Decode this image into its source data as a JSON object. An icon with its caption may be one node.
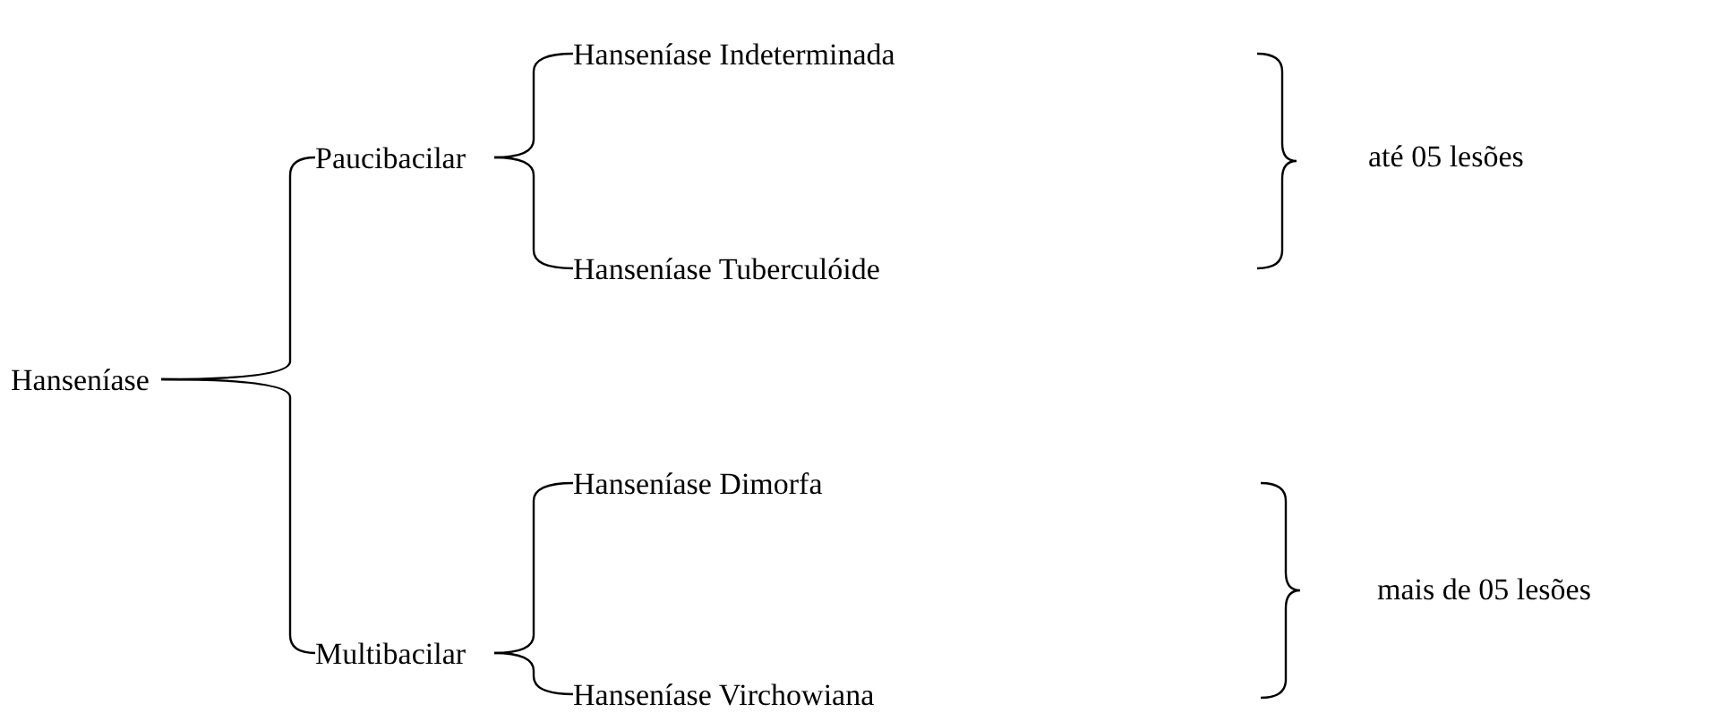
{
  "diagram": {
    "nodes": [
      {
        "text": [
          "Hanseníase"
        ]
      },
      {
        "text": [
          "Paucibacilar"
        ]
      },
      {
        "text": [
          "Hanseníase Indeterminada"
        ]
      },
      {
        "text": [
          "Hanseníase Tuberculóide"
        ]
      },
      {
        "text": [
          "Multibacilar"
        ]
      },
      {
        "text": [
          "Hanseníase Dimorfa"
        ]
      },
      {
        "text": [
          "Hanseníase Virchowiana"
        ]
      }
    ],
    "edges": [
      {
        "from": 0,
        "to": 1,
        "arrow": "none"
      },
      {
        "from": 0,
        "to": 4,
        "arrow": "none"
      },
      {
        "from": 1,
        "to": 2,
        "arrow": "none"
      },
      {
        "from": 1,
        "to": 3,
        "arrow": "none"
      },
      {
        "from": 4,
        "to": 5,
        "arrow": "none"
      },
      {
        "from": 4,
        "to": 6,
        "arrow": "none"
      }
    ],
    "labels": [
      "até 05 lesões",
      "mais de 05 lesões"
    ]
  }
}
